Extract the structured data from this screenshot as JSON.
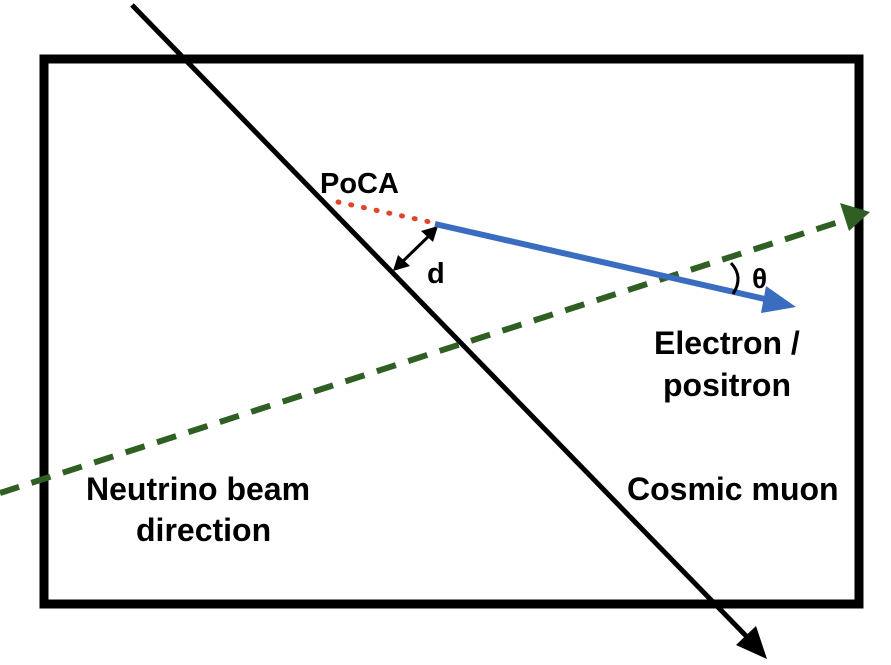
{
  "labels": {
    "poca": "PoCA",
    "distance": "d",
    "angle": "θ",
    "electron_line1": "Electron /",
    "electron_line2": "positron",
    "neutrino_line1": "Neutrino beam",
    "neutrino_line2": "direction",
    "muon": "Cosmic muon"
  },
  "colors": {
    "frame": "#000000",
    "muon_track": "#000000",
    "electron_track": "#3a6cc0",
    "neutrino_beam": "#2f5f23",
    "poca_dots": "#e0452a",
    "text": "#000000"
  }
}
